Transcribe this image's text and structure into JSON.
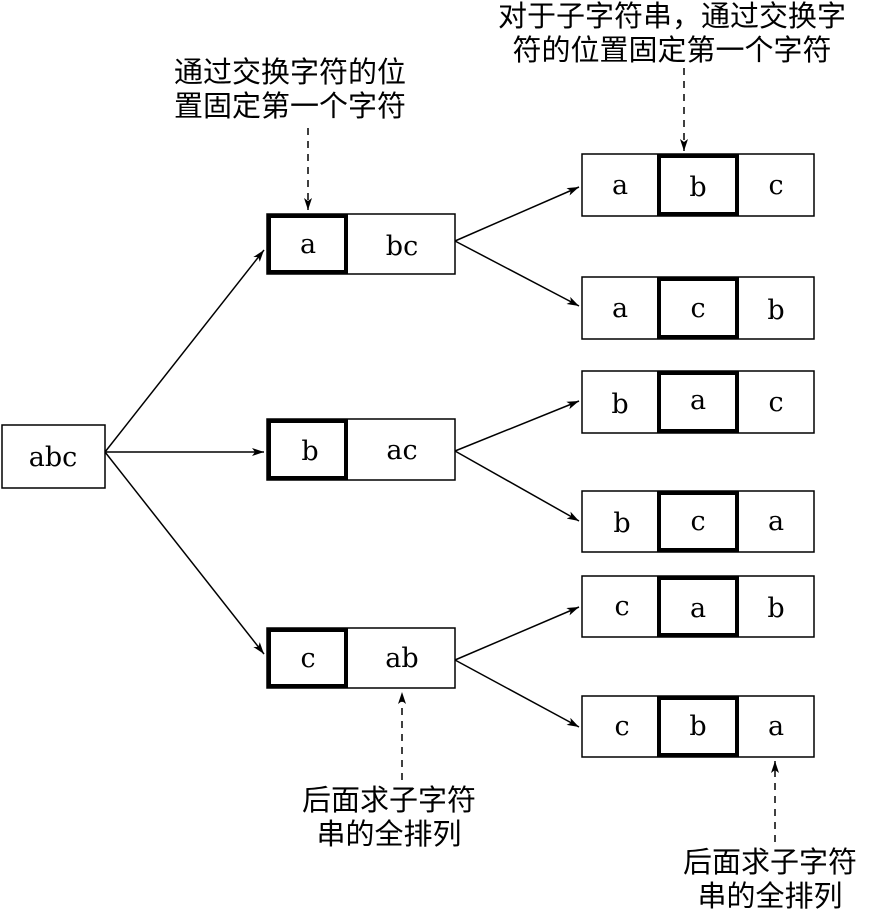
{
  "root": {
    "text": "abc"
  },
  "level1": [
    {
      "fixed": "a",
      "rest": "bc"
    },
    {
      "fixed": "b",
      "rest": "ac"
    },
    {
      "fixed": "c",
      "rest": "ab"
    }
  ],
  "level2": [
    {
      "chars": [
        "a",
        "b",
        "c"
      ]
    },
    {
      "chars": [
        "a",
        "c",
        "b"
      ]
    },
    {
      "chars": [
        "b",
        "a",
        "c"
      ]
    },
    {
      "chars": [
        "b",
        "c",
        "a"
      ]
    },
    {
      "chars": [
        "c",
        "a",
        "b"
      ]
    },
    {
      "chars": [
        "c",
        "b",
        "a"
      ]
    }
  ],
  "annotations": {
    "fix_first": [
      "通过交换字符的位",
      "置固定第一个字符"
    ],
    "sub_fix_first": [
      "对于子字符串，通过交换字",
      "符的位置固定第一个字符"
    ],
    "sub_perm_middle": [
      "后面求子字符",
      "串的全排列"
    ],
    "sub_perm_right": [
      "后面求子字符",
      "串的全排列"
    ]
  }
}
